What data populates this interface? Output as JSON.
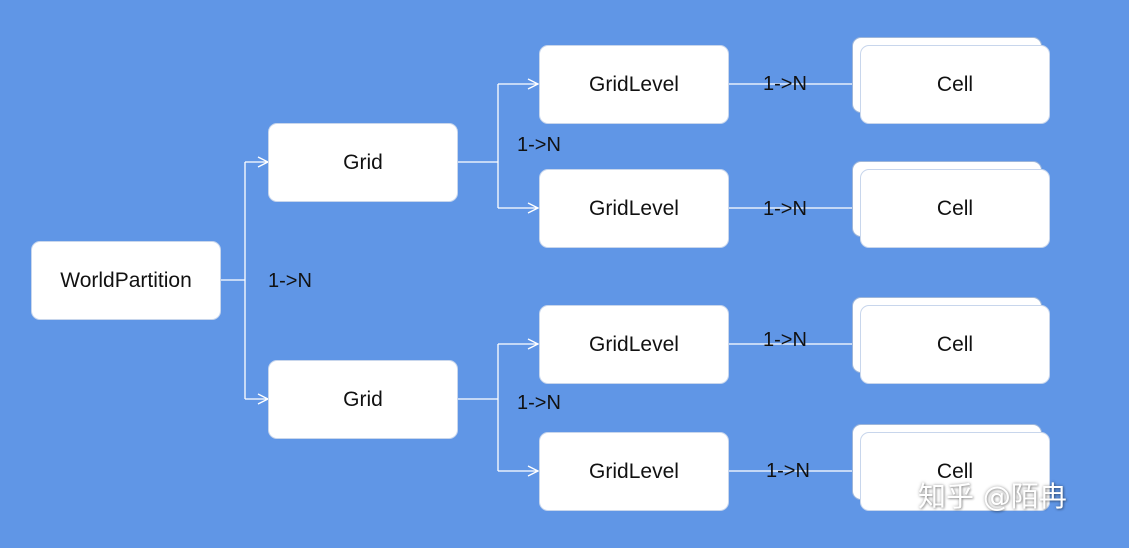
{
  "diagram": {
    "root": {
      "label": "WorldPartition"
    },
    "grids": [
      {
        "label": "Grid"
      },
      {
        "label": "Grid"
      }
    ],
    "grid_levels": [
      {
        "label": "GridLevel"
      },
      {
        "label": "GridLevel"
      },
      {
        "label": "GridLevel"
      },
      {
        "label": "GridLevel"
      }
    ],
    "cells": [
      {
        "label": "Cell"
      },
      {
        "label": "Cell"
      },
      {
        "label": "Cell"
      },
      {
        "label": "Cell"
      }
    ],
    "edge_labels": {
      "root_to_grids": "1->N",
      "grid1_to_levels": "1->N",
      "grid2_to_levels": "1->N",
      "level1_to_cells": "1->N",
      "level2_to_cells": "1->N",
      "level3_to_cells": "1->N",
      "level4_to_cells": "1->N"
    },
    "colors": {
      "background": "#6096e6",
      "node_fill": "#ffffff",
      "connector": "#ffffff",
      "text": "#111111"
    }
  },
  "watermark": "知乎 @陌冉"
}
